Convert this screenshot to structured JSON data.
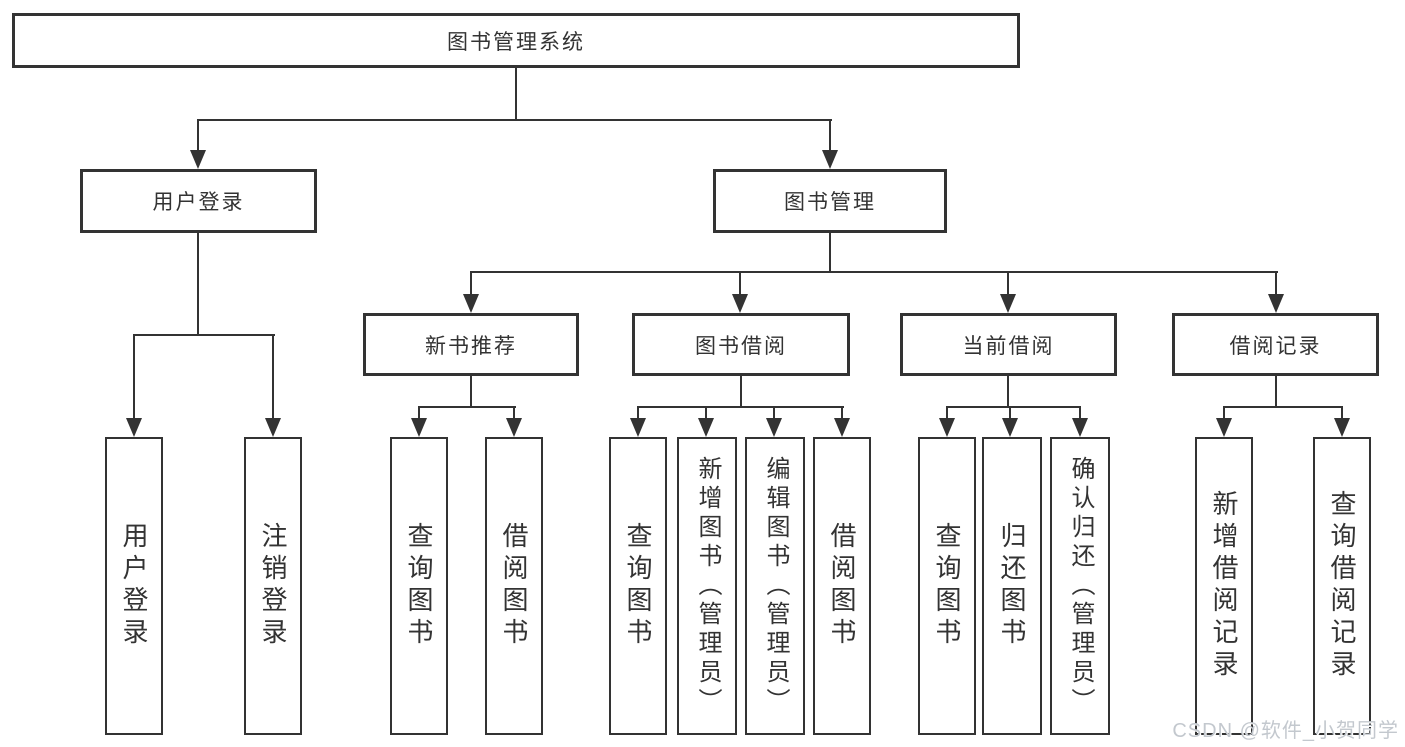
{
  "diagram": {
    "root": {
      "label": "图书管理系统"
    },
    "level2": [
      {
        "label": "用户登录"
      },
      {
        "label": "图书管理"
      }
    ],
    "level3": [
      {
        "label": "新书推荐"
      },
      {
        "label": "图书借阅"
      },
      {
        "label": "当前借阅"
      },
      {
        "label": "借阅记录"
      }
    ],
    "leaves": [
      {
        "label": "用户登录"
      },
      {
        "label": "注销登录"
      },
      {
        "label": "查询图书"
      },
      {
        "label": "借阅图书"
      },
      {
        "label": "查询图书"
      },
      {
        "label": "新增图书（管理员）"
      },
      {
        "label": "编辑图书（管理员）"
      },
      {
        "label": "借阅图书"
      },
      {
        "label": "查询图书"
      },
      {
        "label": "归还图书"
      },
      {
        "label": "确认归还（管理员）"
      },
      {
        "label": "新增借阅记录"
      },
      {
        "label": "查询借阅记录"
      }
    ],
    "watermark": "CSDN @软件_小贺同学",
    "colors": {
      "line": "#333333",
      "text": "#333333",
      "background": "#ffffff",
      "watermark": "#c3c8ce"
    }
  }
}
